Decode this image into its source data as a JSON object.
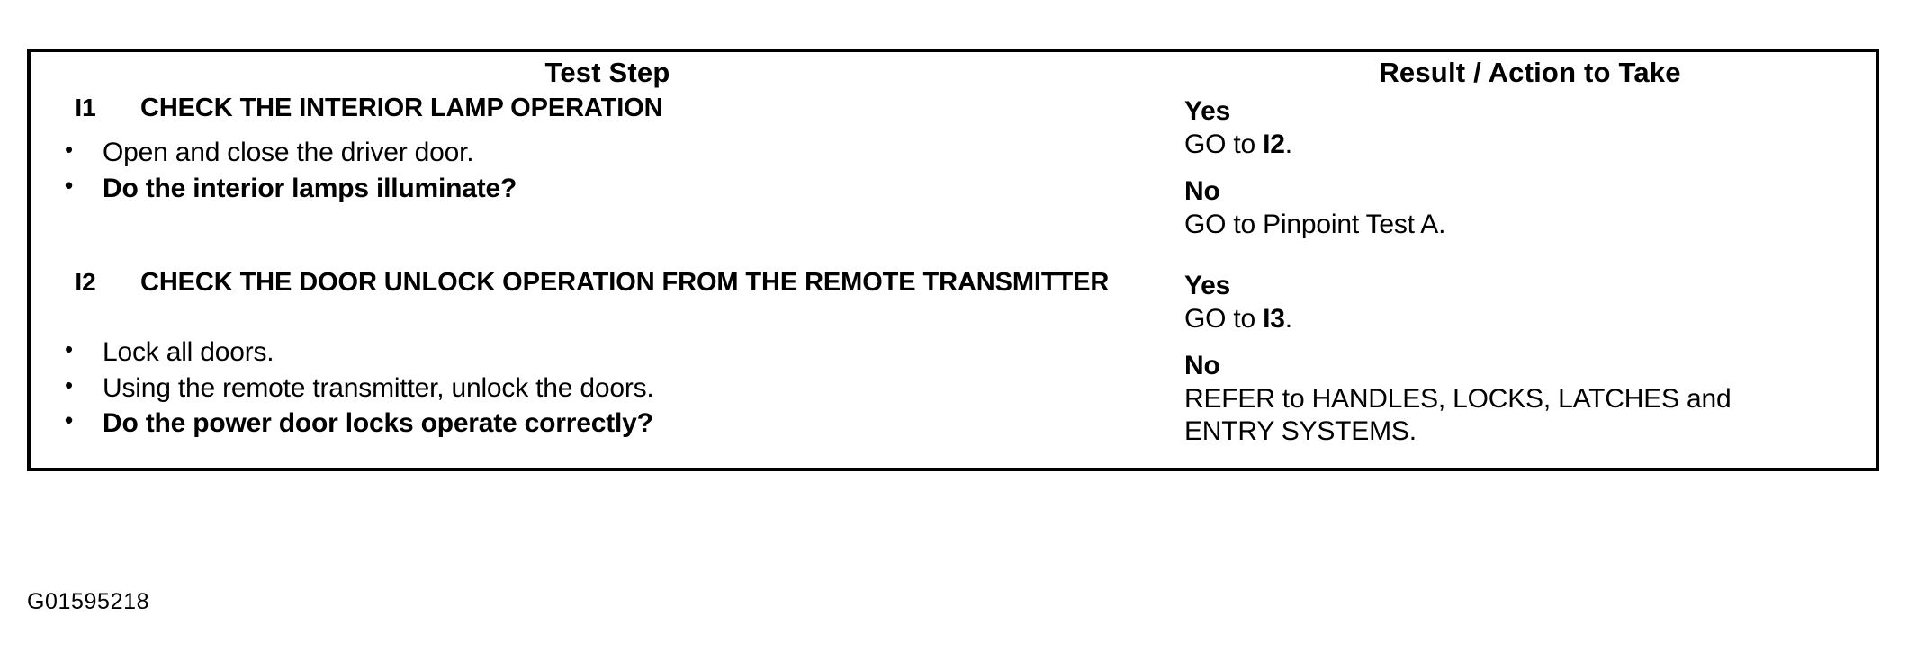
{
  "figure": {
    "id_label": "G01595218"
  },
  "table": {
    "headers": {
      "test_step": "Test Step",
      "result_action": "Result / Action to Take"
    },
    "rows": [
      {
        "number": "I1",
        "title": "CHECK THE INTERIOR LAMP OPERATION",
        "bullets": [
          {
            "text": "Open and close the driver door.",
            "bold": false
          },
          {
            "text": "Do the interior lamps illuminate?",
            "bold": true
          }
        ],
        "results": [
          {
            "label": "Yes",
            "action_prefix": "GO to ",
            "action_ref": "I2",
            "action_suffix": ".",
            "action_full": "GO to I2."
          },
          {
            "label": "No",
            "action_prefix": "GO to Pinpoint Test A.",
            "action_ref": "",
            "action_suffix": "",
            "action_full": "GO to Pinpoint Test A."
          }
        ]
      },
      {
        "number": "I2",
        "title": "CHECK THE DOOR UNLOCK OPERATION FROM THE REMOTE TRANSMITTER",
        "bullets": [
          {
            "text": "Lock all doors.",
            "bold": false
          },
          {
            "text": "Using the remote transmitter, unlock the doors.",
            "bold": false
          },
          {
            "text": "Do the power door locks operate correctly?",
            "bold": true
          }
        ],
        "results": [
          {
            "label": "Yes",
            "action_prefix": "GO to ",
            "action_ref": "I3",
            "action_suffix": ".",
            "action_full": "GO to I3."
          },
          {
            "label": "No",
            "action_prefix": "REFER to HANDLES, LOCKS, LATCHES and ENTRY SYSTEMS.",
            "action_ref": "",
            "action_suffix": "",
            "action_full": "REFER to HANDLES, LOCKS, LATCHES and ENTRY SYSTEMS."
          }
        ]
      }
    ]
  }
}
